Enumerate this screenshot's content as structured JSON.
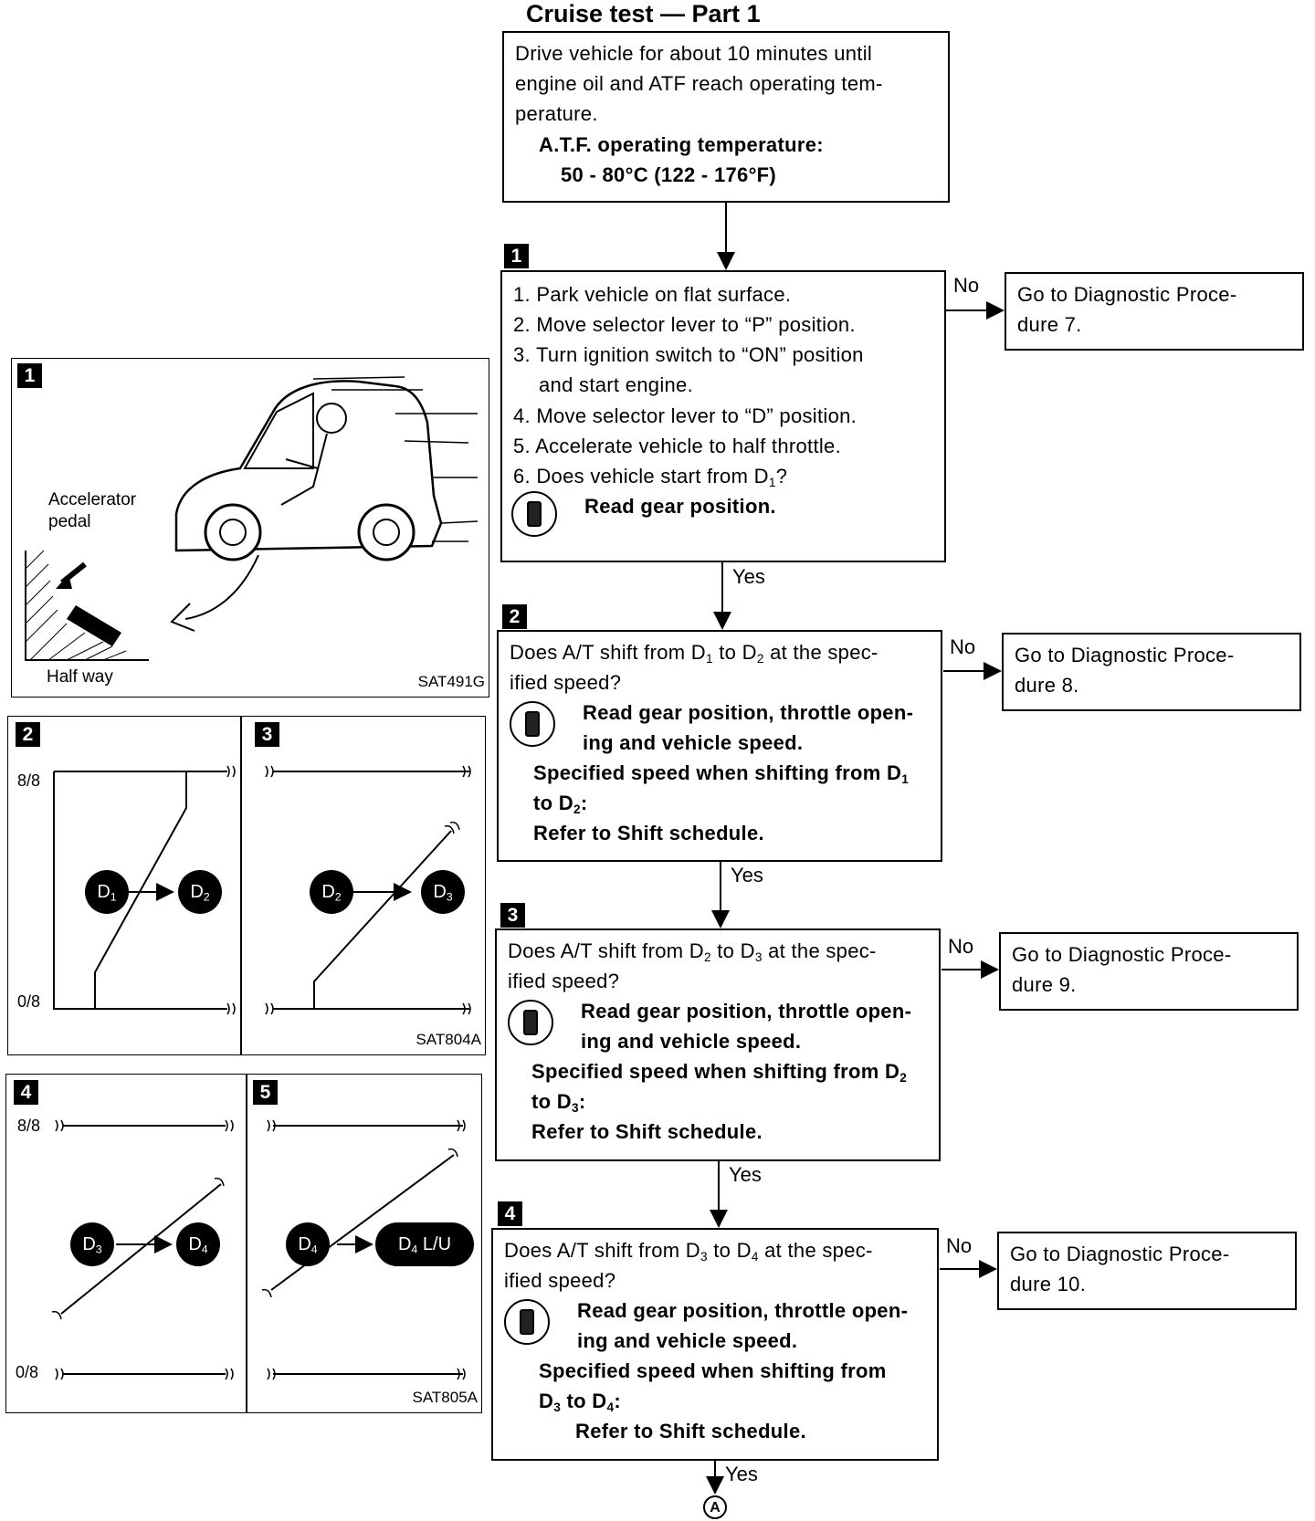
{
  "title": "Cruise test — Part 1",
  "start_box": {
    "lines": [
      "Drive vehicle for about 10 minutes until",
      "engine oil and ATF reach operating tem-",
      "perature."
    ],
    "spec_label": "A.T.F. operating temperature:",
    "spec_value": "50 - 80°C (122 - 176°F)"
  },
  "steps": [
    {
      "number": "1",
      "lines": [
        "1. Park vehicle on flat surface.",
        "2. Move selector lever to “P” position.",
        "3. Turn ignition switch to “ON” position",
        "and start engine.",
        "4. Move selector lever to “D” position.",
        "5. Accelerate vehicle to half throttle.",
        "6. Does vehicle start from D1?"
      ],
      "instruction": "Read gear position.",
      "no_label": "No",
      "no_target": [
        "Go to Diagnostic Proce-",
        "dure 7."
      ],
      "yes_label": "Yes"
    },
    {
      "number": "2",
      "lines": [
        "Does A/T shift from D1 to D2 at the spec-",
        "ified speed?"
      ],
      "instruction": [
        "Read gear position, throttle open-",
        "ing and vehicle speed."
      ],
      "spec": [
        "Specified speed when shifting from D1",
        "to D2:",
        "Refer to Shift schedule."
      ],
      "no_label": "No",
      "no_target": [
        "Go to Diagnostic Proce-",
        "dure 8."
      ],
      "yes_label": "Yes"
    },
    {
      "number": "3",
      "lines": [
        "Does A/T shift from D2 to D3 at the spec-",
        "ified speed?"
      ],
      "instruction": [
        "Read gear position, throttle open-",
        "ing and vehicle speed."
      ],
      "spec": [
        "Specified speed when shifting from D2",
        "to D3:",
        "Refer to Shift schedule."
      ],
      "no_label": "No",
      "no_target": [
        "Go to Diagnostic Proce-",
        "dure 9."
      ],
      "yes_label": "Yes"
    },
    {
      "number": "4",
      "lines": [
        "Does A/T shift from D3 to D4 at the spec-",
        "ified speed?"
      ],
      "instruction": [
        "Read gear position, throttle open-",
        "ing and vehicle speed."
      ],
      "spec": [
        "Specified speed when shifting from",
        "D3 to D4:",
        "Refer to Shift schedule."
      ],
      "no_label": "No",
      "no_target": [
        "Go to Diagnostic Proce-",
        "dure 10."
      ],
      "yes_label": "Yes"
    }
  ],
  "connector": "A",
  "figures": {
    "fig1": {
      "number": "1",
      "label_pedal": [
        "Accelerator",
        "pedal"
      ],
      "label_halfway": "Half way",
      "code": "SAT491G"
    },
    "fig2": {
      "number": "2",
      "y_top": "8/8",
      "y_bottom": "0/8",
      "from": "D1",
      "to": "D2"
    },
    "fig3": {
      "number": "3",
      "from": "D2",
      "to": "D3",
      "code": "SAT804A"
    },
    "fig4": {
      "number": "4",
      "y_top": "8/8",
      "y_bottom": "0/8",
      "from": "D3",
      "to": "D4"
    },
    "fig5": {
      "number": "5",
      "from": "D4",
      "to": "D4 L/U",
      "code": "SAT805A"
    }
  },
  "icons": {
    "gear_reader": "consult-tester-icon"
  }
}
